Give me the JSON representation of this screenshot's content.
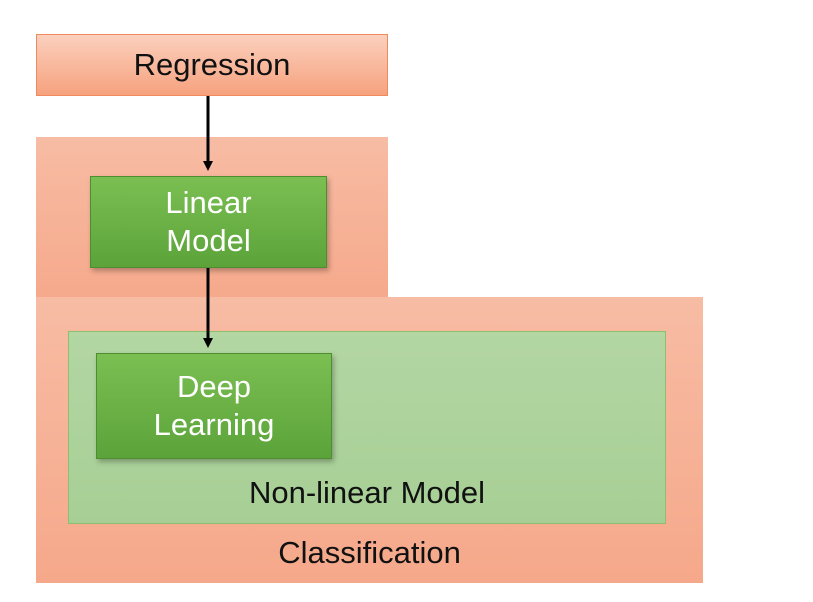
{
  "nodes": {
    "regression": {
      "label": "Regression"
    },
    "linear_model": {
      "lines": [
        "Linear",
        "Model"
      ]
    },
    "deep_learning": {
      "lines": [
        "Deep",
        "Learning"
      ]
    },
    "non_linear_model": {
      "label": "Non-linear Model"
    },
    "classification": {
      "label": "Classification"
    }
  },
  "edges": [
    {
      "from": "regression",
      "to": "linear_model"
    },
    {
      "from": "linear_model",
      "to": "deep_learning"
    }
  ],
  "colors": {
    "salmon_region": "#f6a88a",
    "salmon_border": "#ef8a5c",
    "green_region": "#a7cf95",
    "green_box": "#5ba33a",
    "arrow": "#000000"
  }
}
